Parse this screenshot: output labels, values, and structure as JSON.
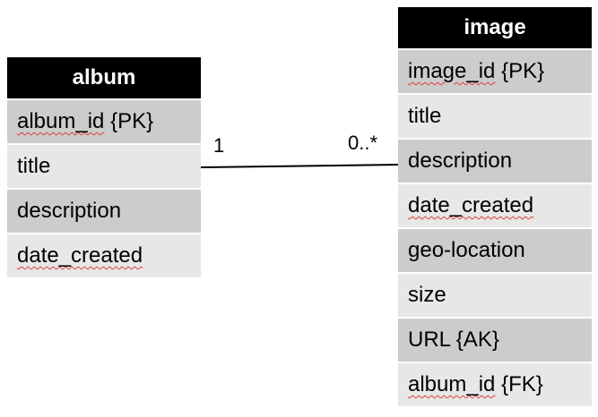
{
  "entities": {
    "album": {
      "name": "album",
      "attributes": [
        {
          "label": "album_id {PK}",
          "spell_part": "album_id",
          "rest": " {PK}"
        },
        {
          "label": "title",
          "spell_part": "",
          "rest": "title"
        },
        {
          "label": "description",
          "spell_part": "",
          "rest": "description"
        },
        {
          "label": "date_created",
          "spell_part": "date_created",
          "rest": ""
        }
      ]
    },
    "image": {
      "name": "image",
      "attributes": [
        {
          "label": "image_id {PK}",
          "spell_part": "image_id",
          "rest": " {PK}"
        },
        {
          "label": "title",
          "spell_part": "",
          "rest": "title"
        },
        {
          "label": "description",
          "spell_part": "",
          "rest": "description"
        },
        {
          "label": "date_created",
          "spell_part": "date_created",
          "rest": ""
        },
        {
          "label": "geo-location",
          "spell_part": "",
          "rest": "geo-location"
        },
        {
          "label": "size",
          "spell_part": "",
          "rest": "size"
        },
        {
          "label": "URL {AK}",
          "spell_part": "",
          "rest": "URL {AK}"
        },
        {
          "label": "album_id {FK}",
          "spell_part": "album_id",
          "rest": " {FK}"
        }
      ]
    }
  },
  "relationship": {
    "from": "album",
    "to": "image",
    "left_multiplicity": "1",
    "right_multiplicity": "0..*"
  },
  "colors": {
    "header_bg": "#000000",
    "header_text": "#ffffff",
    "row_dark": "#cccccc",
    "row_light": "#e7e7e7",
    "spellcheck_underline": "#e23b3b"
  }
}
